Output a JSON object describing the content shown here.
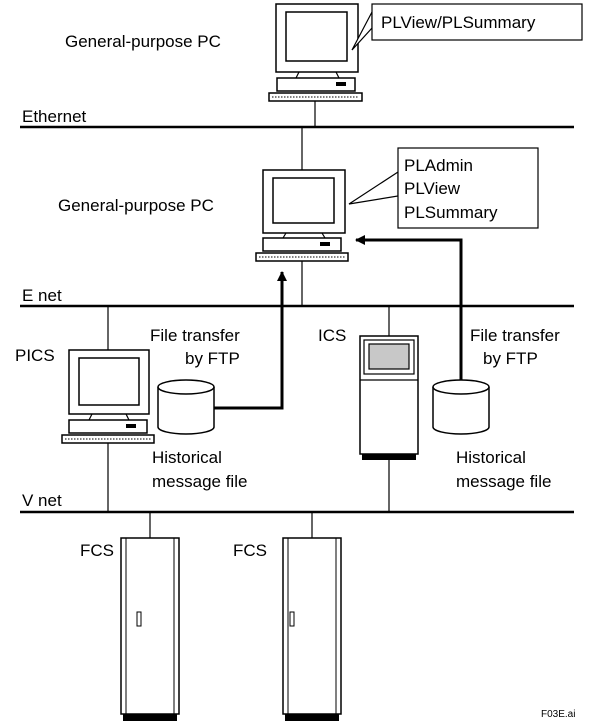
{
  "networks": {
    "ethernet": "Ethernet",
    "enet": "E net",
    "vnet": "V net"
  },
  "top_pc": {
    "label": "General-purpose PC",
    "callout": "PLView/PLSummary"
  },
  "mid_pc": {
    "label": "General-purpose PC",
    "callout": [
      "PLAdmin",
      "PLView",
      "PLSummary"
    ]
  },
  "pics": {
    "label": "PICS",
    "transfer": [
      "File transfer",
      "by FTP"
    ],
    "file": [
      "Historical",
      "message file"
    ]
  },
  "ics": {
    "label": "ICS",
    "transfer": [
      "File transfer",
      "by FTP"
    ],
    "file": [
      "Historical",
      "message file"
    ]
  },
  "fcs": [
    "FCS",
    "FCS"
  ],
  "figure_id": "F03E.ai"
}
